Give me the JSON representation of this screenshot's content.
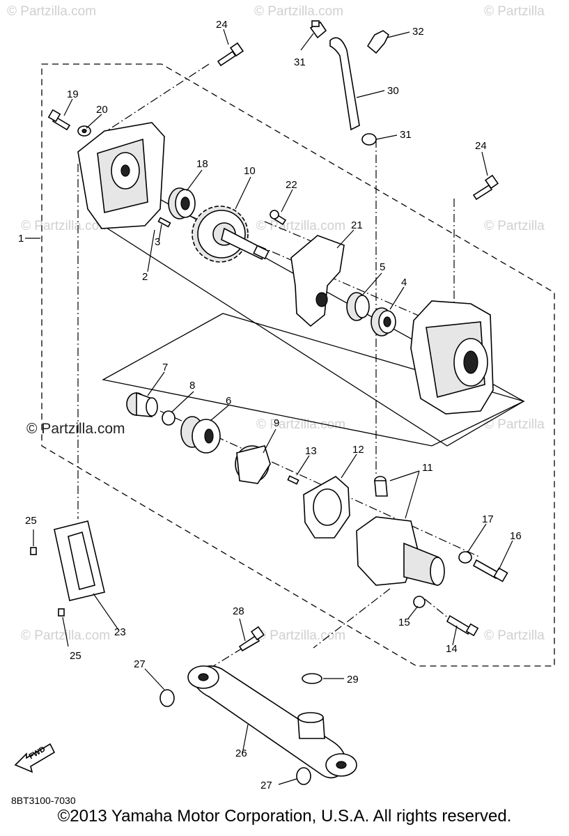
{
  "watermarks": [
    "© Partzilla.com",
    "© Partzilla.com",
    "© Partzilla",
    "© Partzilla.com",
    "© Partzilla.com",
    "© Partzilla",
    "© Partzilla.com",
    "© Partzilla",
    "© Partzilla.com",
    "© Partzilla.com",
    "© Partzilla"
  ],
  "watermark_main": "© Partzilla.com",
  "callouts": {
    "n1": "1",
    "n2": "2",
    "n3": "3",
    "n4": "4",
    "n5": "5",
    "n6": "6",
    "n7": "7",
    "n8": "8",
    "n9": "9",
    "n10": "10",
    "n11": "11",
    "n12": "12",
    "n13": "13",
    "n14": "14",
    "n15": "15",
    "n16": "16",
    "n17": "17",
    "n18": "18",
    "n19": "19",
    "n20": "20",
    "n21": "21",
    "n22": "22",
    "n23": "23",
    "n24a": "24",
    "n24b": "24",
    "n25a": "25",
    "n25b": "25",
    "n26": "26",
    "n27a": "27",
    "n27b": "27",
    "n28": "28",
    "n29": "29",
    "n30": "30",
    "n31a": "31",
    "n31b": "31",
    "n32": "32"
  },
  "fwd_label": "FWD",
  "diagram_code": "8BT3100-7030",
  "copyright": "©2013 Yamaha Motor Corporation, U.S.A. All rights reserved."
}
